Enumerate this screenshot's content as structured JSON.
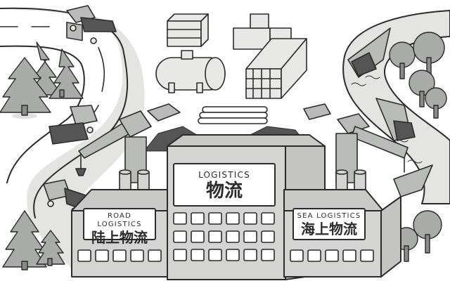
{
  "illustration": {
    "subject": "logistics factory scene",
    "palette": {
      "outline": "#2b2b2b",
      "light_fill": "#e8e8e6",
      "mid_fill": "#b9bbb8",
      "dark_fill": "#555555",
      "road": "#e4e4e2",
      "water": "#e4e4e2",
      "tree": "#a9aba8",
      "background": "#ffffff"
    },
    "elements": [
      "road",
      "trucks",
      "pine-trees",
      "river",
      "boats",
      "deciduous-trees",
      "cranes",
      "cargo-boxes",
      "tank",
      "container",
      "pipes",
      "factory"
    ]
  },
  "signs": {
    "main": {
      "en": "LOGISTICS",
      "zh": "物流"
    },
    "road": {
      "en": "ROAD LOGISTICS",
      "zh": "陆上物流"
    },
    "sea": {
      "en": "SEA LOGISTICS",
      "zh": "海上物流"
    }
  },
  "factory": {
    "center_windows": {
      "rows": 3,
      "cols": 6
    },
    "left_windows": {
      "rows": 1,
      "cols": 5
    },
    "right_windows": {
      "rows": 1,
      "cols": 5
    }
  }
}
